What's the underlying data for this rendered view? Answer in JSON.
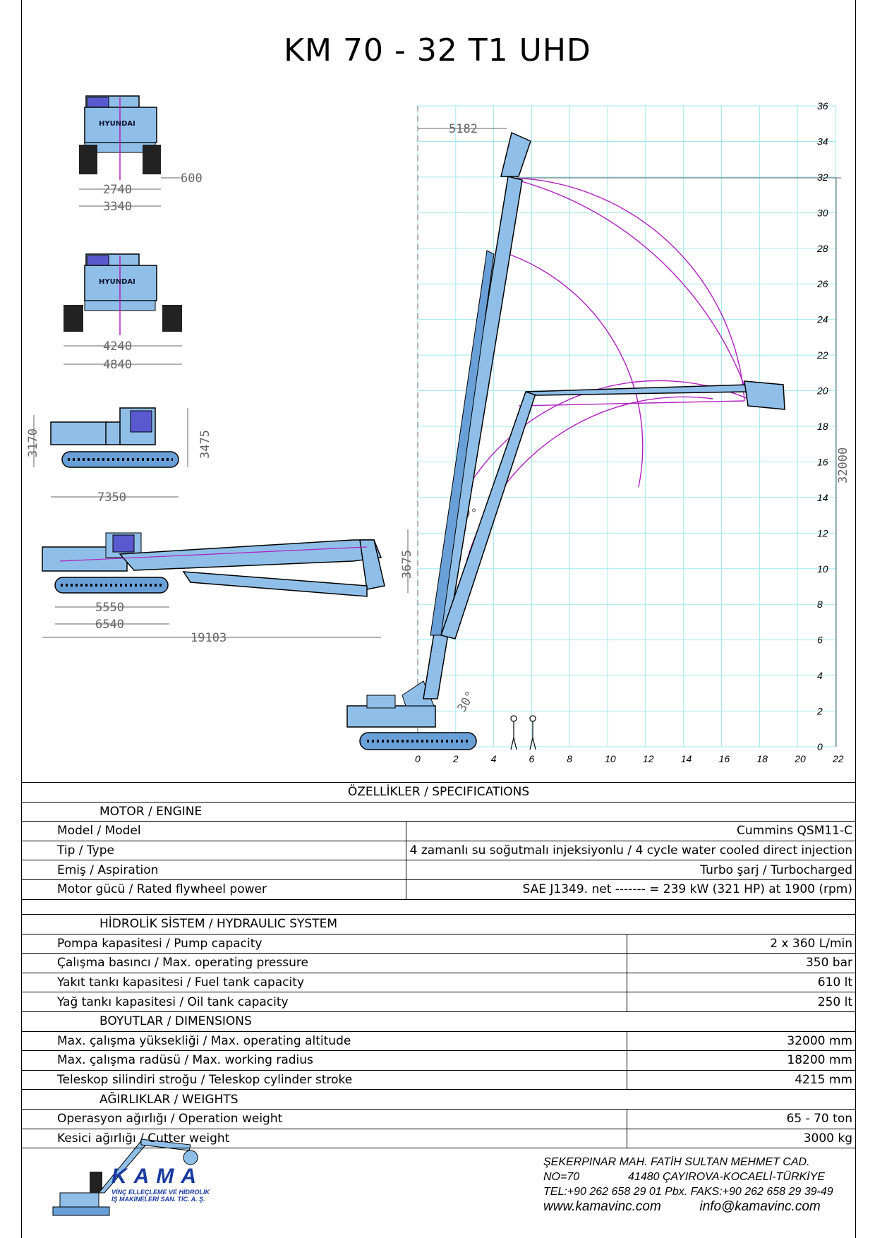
{
  "title": "KM 70 - 32 T1 UHD",
  "colors": {
    "machine": "#7fb0e0",
    "grid": "#9fe8f0",
    "arc": "#b020c0",
    "logo": "#1a3aa0"
  },
  "views": {
    "front_top": {
      "brand": "HYUNDAI",
      "dims": [
        "600",
        "2740",
        "3340"
      ]
    },
    "front_wide": {
      "brand": "HYUNDAI",
      "dims": [
        "4240",
        "4840"
      ]
    },
    "side": {
      "dims": [
        "3170",
        "3475",
        "7350"
      ]
    },
    "transport": {
      "dims": [
        "3675",
        "5550",
        "6540",
        "19103"
      ]
    }
  },
  "working_diagram": {
    "reach_top": "5182",
    "height_total": "32000",
    "angle_upper": "20°",
    "angle_lower": "30°",
    "y_ticks": [
      "36",
      "34",
      "32",
      "30",
      "28",
      "26",
      "24",
      "22",
      "20",
      "18",
      "16",
      "14",
      "12",
      "10",
      "8",
      "6",
      "4",
      "2",
      "0"
    ],
    "x_ticks": [
      "0",
      "2",
      "4",
      "6",
      "8",
      "10",
      "12",
      "14",
      "16",
      "18",
      "20",
      "22"
    ]
  },
  "spec": {
    "heading": "ÖZELLİKLER / SPECIFICATIONS",
    "engine": {
      "title": "MOTOR / ENGINE",
      "rows": [
        {
          "label": "Model / Model",
          "value": "Cummins QSM11-C"
        },
        {
          "label": "Tip / Type",
          "value": "4 zamanlı su soğutmalı injeksiyonlu / 4 cycle water cooled direct injection"
        },
        {
          "label": "Emiş / Aspiration",
          "value": "Turbo şarj / Turbocharged"
        },
        {
          "label": "Motor gücü / Rated flywheel power",
          "value": "SAE J1349. net ------- = 239 kW (321 HP) at 1900 (rpm)"
        }
      ]
    },
    "hydraulic": {
      "title": "HİDROLİK SİSTEM / HYDRAULIC SYSTEM",
      "rows": [
        {
          "label": "Pompa kapasitesi / Pump capacity",
          "value": "2 x 360 L/min"
        },
        {
          "label": "Çalışma basıncı / Max. operating pressure",
          "value": "350 bar"
        },
        {
          "label": "Yakıt tankı kapasitesi / Fuel tank capacity",
          "value": "610 lt"
        },
        {
          "label": "Yağ tankı kapasitesi / Oil tank capacity",
          "value": "250 lt"
        }
      ]
    },
    "dimensions": {
      "title": "BOYUTLAR / DIMENSIONS",
      "rows": [
        {
          "label": "Max. çalışma yüksekliği / Max. operating altitude",
          "value": "32000 mm"
        },
        {
          "label": "Max. çalışma radüsü  / Max. working radius",
          "value": "18200 mm"
        },
        {
          "label": "Teleskop silindiri stroğu / Teleskop cylinder stroke",
          "value": "4215 mm"
        }
      ]
    },
    "weights": {
      "title": "AĞIRLIKLAR / WEIGHTS",
      "rows": [
        {
          "label": "Operasyon ağırlığı / Operation weight",
          "value": "65 - 70 ton"
        },
        {
          "label": "Kesici ağırlığı / Cutter weight",
          "value": "3000 kg"
        }
      ]
    }
  },
  "logo": {
    "name": "KAMA",
    "line1": "VİNÇ ELLEÇLEME VE HİDROLİK",
    "line2": "İŞ MAKİNELERİ SAN. TİC. A. Ş."
  },
  "footer": {
    "address1": "ŞEKERPINAR MAH. FATİH SULTAN MEHMET CAD.",
    "no": "NO=70",
    "address2": "41480 ÇAYIROVA-KOCAELİ-TÜRKİYE",
    "phone": "TEL:+90 262 658 29 01 Pbx. FAKS:+90 262 658 29 39-49",
    "web": "www.kamavinc.com",
    "email": "info@kamavinc.com"
  }
}
